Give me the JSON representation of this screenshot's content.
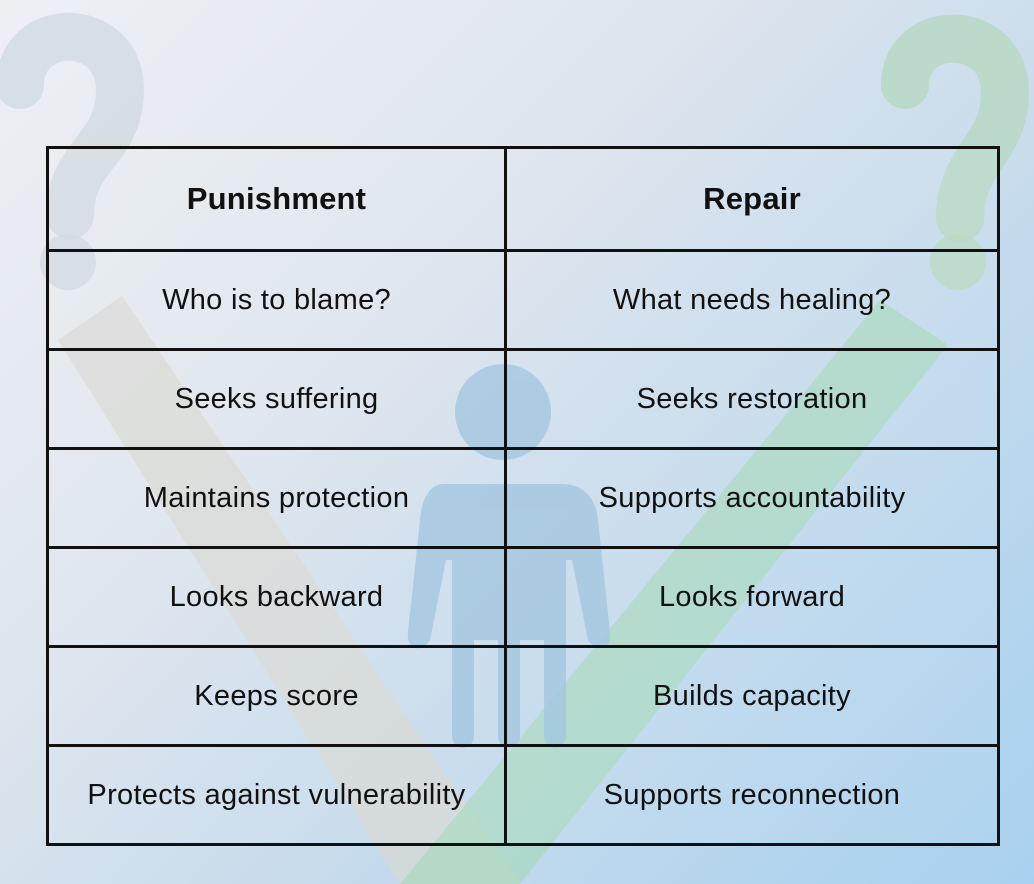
{
  "table": {
    "headers": [
      "Punishment",
      "Repair"
    ],
    "rows": [
      [
        "Who is to blame?",
        "What needs healing?"
      ],
      [
        "Seeks suffering",
        "Seeks restoration"
      ],
      [
        "Maintains protection",
        "Supports accountability"
      ],
      [
        "Looks backward",
        "Looks forward"
      ],
      [
        "Keeps score",
        "Builds capacity"
      ],
      [
        "Protects against vulnerability",
        "Supports reconnection"
      ]
    ]
  },
  "background": {
    "icons": [
      "question-mark-icon",
      "question-mark-icon",
      "checkmark-icon",
      "person-icon"
    ],
    "colors": {
      "question_left": "#cfd9df",
      "question_right": "#b7d8c2",
      "check_left": "#d9d9d3",
      "check_right": "#a8d8bd",
      "person": "#9ec3df"
    }
  }
}
